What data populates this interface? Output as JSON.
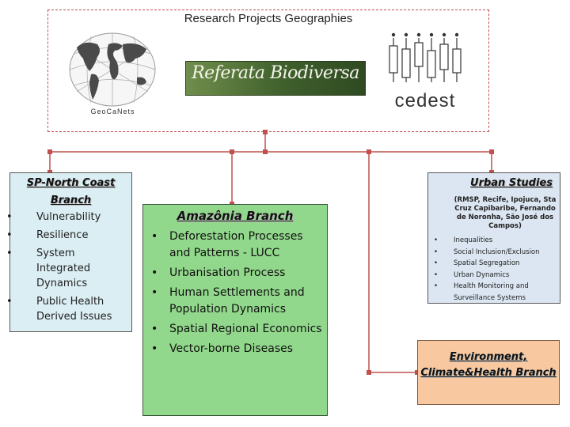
{
  "header": {
    "title": "Research Projects Geographies",
    "logos": [
      {
        "name": "geocanets-logo",
        "text": "GeoCaNets"
      },
      {
        "name": "referata-biodiversa-logo",
        "text": "Referata Biodiversa"
      },
      {
        "name": "cedest-logo",
        "text": "cedest"
      }
    ]
  },
  "branches": {
    "sp_north_coast": {
      "title": "SP-North Coast Branch",
      "items": [
        "Vulnerability",
        "Resilience",
        "System Integrated Dynamics",
        "Public Health Derived Issues"
      ]
    },
    "amazonia": {
      "title": "Amazônia Branch",
      "items": [
        "Deforestation Processes and Patterns - LUCC",
        "Urbanisation Process",
        "Human Settlements and Population Dynamics",
        "Spatial Regional Economics",
        "Vector-borne Diseases"
      ]
    },
    "urban_studies": {
      "title": "Urban Studies",
      "subtitle": "(RMSP, Recife, Ipojuca, Sta Cruz Capibaribe, Fernando de Noronha, São José dos Campos)",
      "items": [
        "Inequalities",
        "Social Inclusion/Exclusion",
        "Spatial Segregation",
        "Urban Dynamics",
        "Health Monitoring and Surveillance Systems"
      ]
    },
    "environment": {
      "title": "Environment, Climate&Health Branch"
    }
  },
  "colors": {
    "connector": "#c0504d",
    "sp_box": "#dbeef4",
    "amazonia_box": "#92d88c",
    "urban_box": "#dbe6f2",
    "environment_box": "#f8c9a0"
  }
}
